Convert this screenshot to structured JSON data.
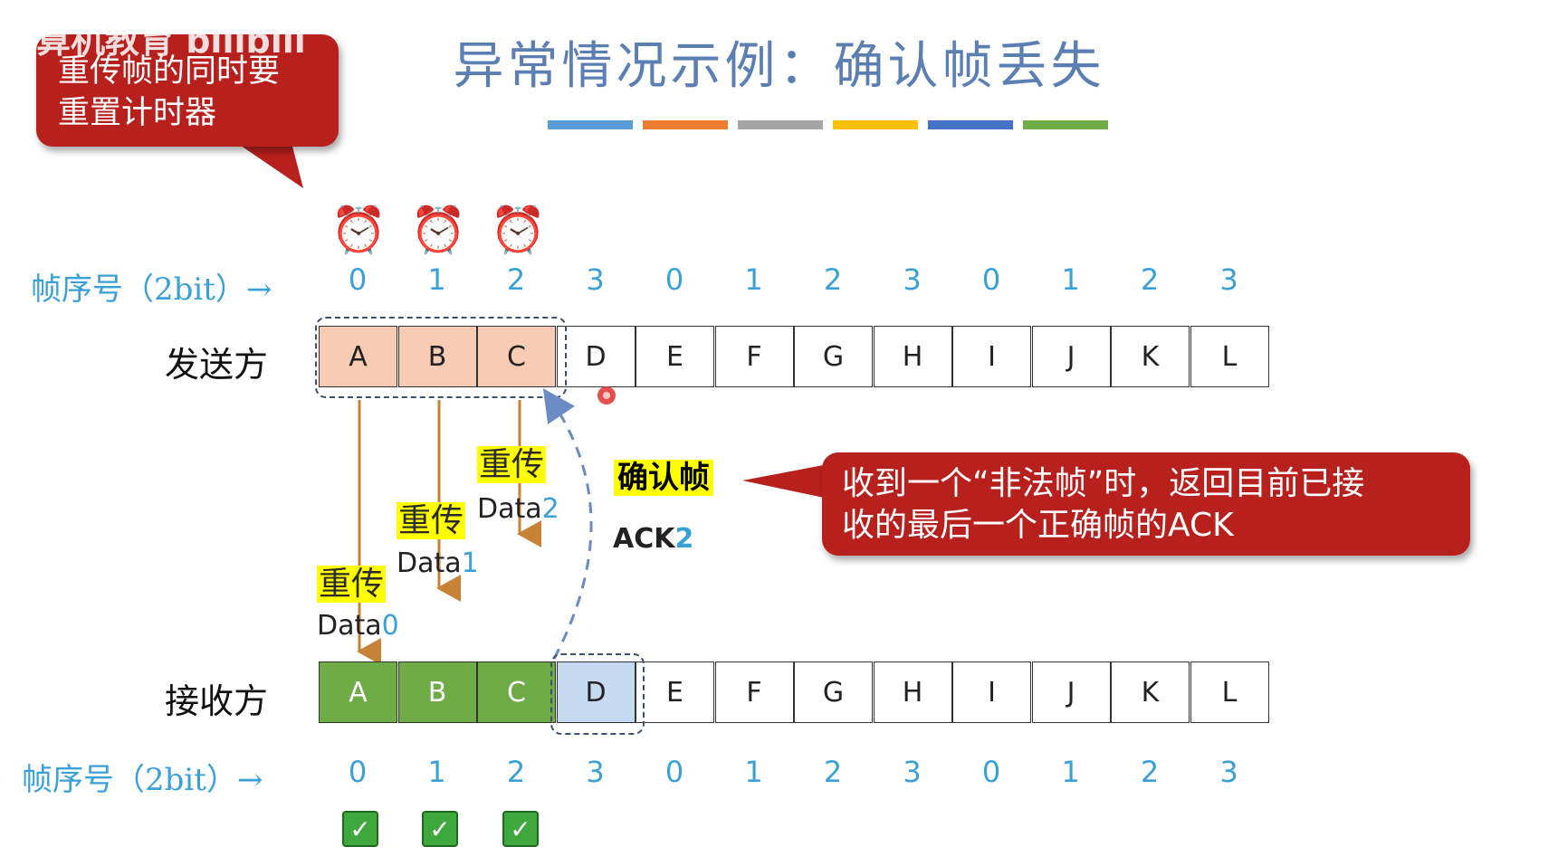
{
  "title": "异常情况示例：确认帧丢失",
  "color_bar": [
    "#5b9bd5",
    "#ed7d31",
    "#a5a5a5",
    "#ffc000",
    "#4472c4",
    "#70ad47"
  ],
  "watermark": "算机教育 bilibili",
  "callout_left": {
    "line1": "重传帧的同时要",
    "line2": "重置计时器"
  },
  "callout_right": {
    "line1": "收到一个“非法帧”时，返回目前已接",
    "line2": "收的最后一个正确帧的ACK"
  },
  "seq_label_top": "帧序号（2bit）→",
  "seq_label_bottom": "帧序号（2bit）→",
  "seq_numbers": [
    "0",
    "1",
    "2",
    "3",
    "0",
    "1",
    "2",
    "3",
    "0",
    "1",
    "2",
    "3"
  ],
  "sender": {
    "label": "发送方",
    "frames": [
      "A",
      "B",
      "C",
      "D",
      "E",
      "F",
      "G",
      "H",
      "I",
      "J",
      "K",
      "L"
    ]
  },
  "receiver": {
    "label": "接收方",
    "frames": [
      "A",
      "B",
      "C",
      "D",
      "E",
      "F",
      "G",
      "H",
      "I",
      "J",
      "K",
      "L"
    ]
  },
  "retransmit_label": "重传",
  "data_prefix": "Data",
  "data_numbers": [
    "0",
    "1",
    "2"
  ],
  "ack": {
    "title": "确认帧",
    "prefix": "ACK",
    "number": "2"
  },
  "icons": {
    "clock": "alarm-clock-icon",
    "check": "check-icon"
  }
}
